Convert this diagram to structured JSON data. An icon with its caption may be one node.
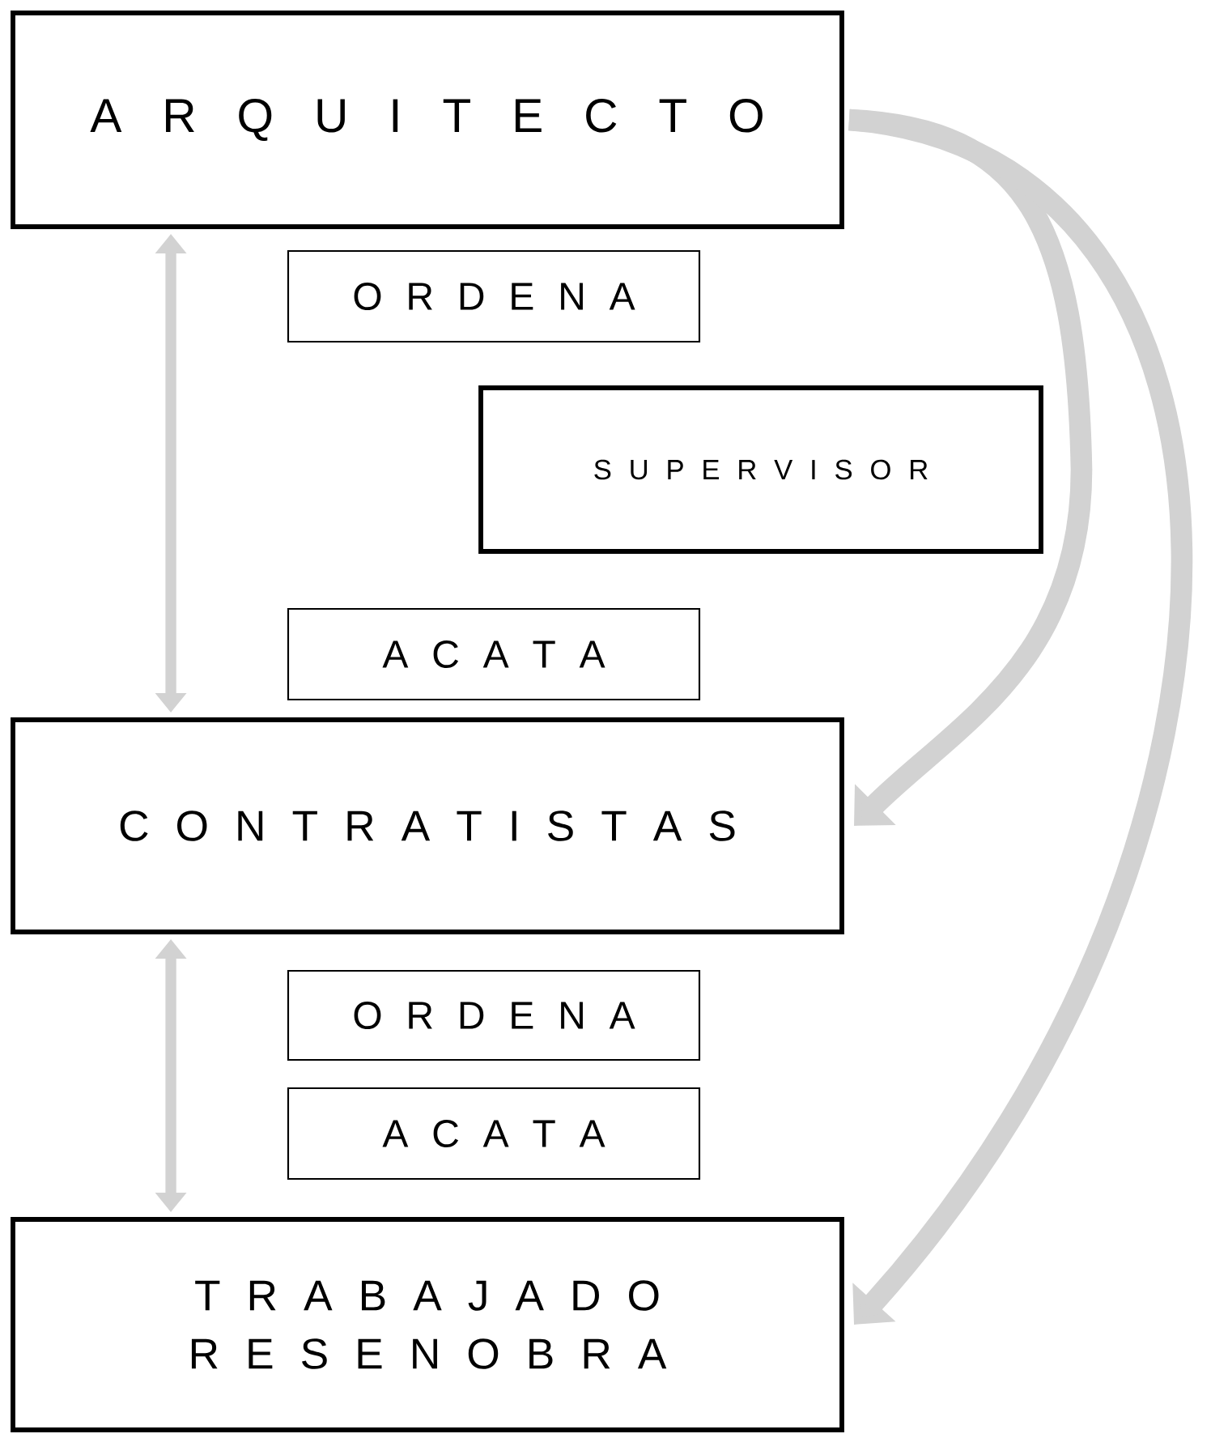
{
  "diagram": {
    "nodes": [
      {
        "text": [
          "A R Q U I T E C T O"
        ]
      },
      {
        "text": [
          "O R D E N A"
        ]
      },
      {
        "text": [
          "S U P E R V I S O R"
        ]
      },
      {
        "text": [
          "A C A T A"
        ]
      },
      {
        "text": [
          "C O N T R A T I S T A S"
        ]
      },
      {
        "text": [
          "O R D E N A"
        ]
      },
      {
        "text": [
          "A C A T A"
        ]
      },
      {
        "text": [
          "T R A B A J A D O R E S E N O B R A"
        ]
      }
    ],
    "edges": [
      {
        "from": 0,
        "to": 4,
        "arrow": "both"
      },
      {
        "from": 4,
        "to": 7,
        "arrow": "both"
      },
      {
        "from": 0,
        "to": 4,
        "arrow": "to",
        "style": "thick"
      },
      {
        "from": 0,
        "to": 7,
        "arrow": "to",
        "style": "thick"
      }
    ]
  }
}
